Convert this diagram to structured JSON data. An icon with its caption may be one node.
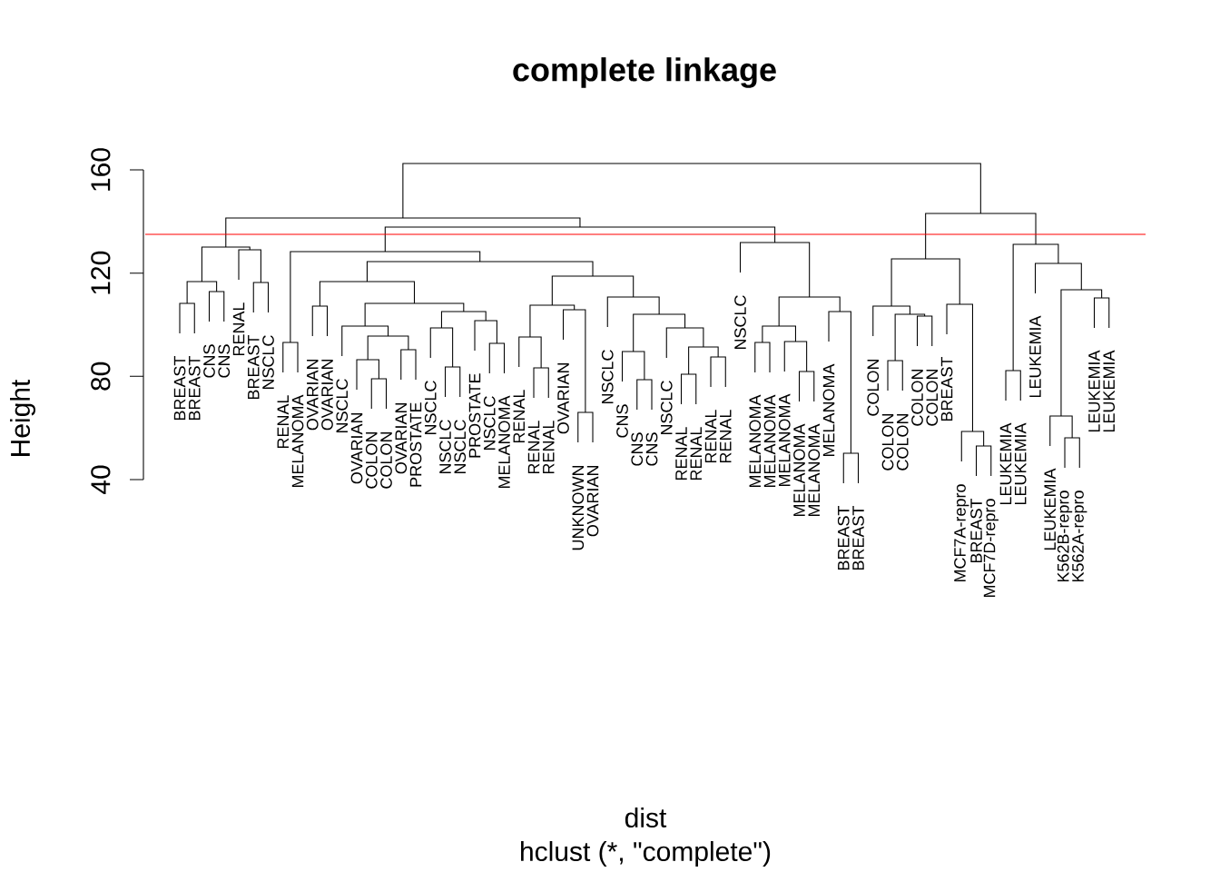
{
  "diagram": {
    "title": "complete linkage",
    "caption": "hclust (*, \"complete\")",
    "labels": [
      "Height",
      "160",
      "120",
      "80",
      "40",
      "BREAST",
      "BREAST",
      "CNS",
      "CNS",
      "RENAL",
      "BREAST",
      "NSCLC",
      "RENAL",
      "MELANOMA",
      "OVARIAN",
      "OVARIAN",
      "NSCLC",
      "OVARIAN",
      "COLON",
      "COLON",
      "OVARIAN",
      "PROSTATE",
      "NSCLC",
      "NSCLC",
      "NSCLC",
      "PROSTATE",
      "NSCLC",
      "MELANOMA",
      "RENAL",
      "RENAL",
      "RENAL",
      "OVARIAN",
      "UNKNOWN",
      "OVARIAN",
      "NSCLC",
      "CNS",
      "CNS",
      "CNS",
      "NSCLC",
      "RENAL",
      "RENAL",
      "RENAL",
      "RENAL",
      "NSCLC",
      "MELANOMA",
      "MELANOMA",
      "MELANOMA",
      "MELANOMA",
      "MELANOMA",
      "MELANOMA",
      "BREAST",
      "BREAST",
      "COLON",
      "COLON",
      "COLON",
      "COLON",
      "COLON",
      "BREAST",
      "MCF7A-repro",
      "BREAST",
      "MCF7D-repro",
      "LEUKEMIA",
      "LEUKEMIA",
      "LEUKEMIA",
      "LEUKEMIA",
      "K562B-repro",
      "K562A-repro",
      "LEUKEMIA",
      "LEUKEMIA",
      "dist"
    ]
  }
}
